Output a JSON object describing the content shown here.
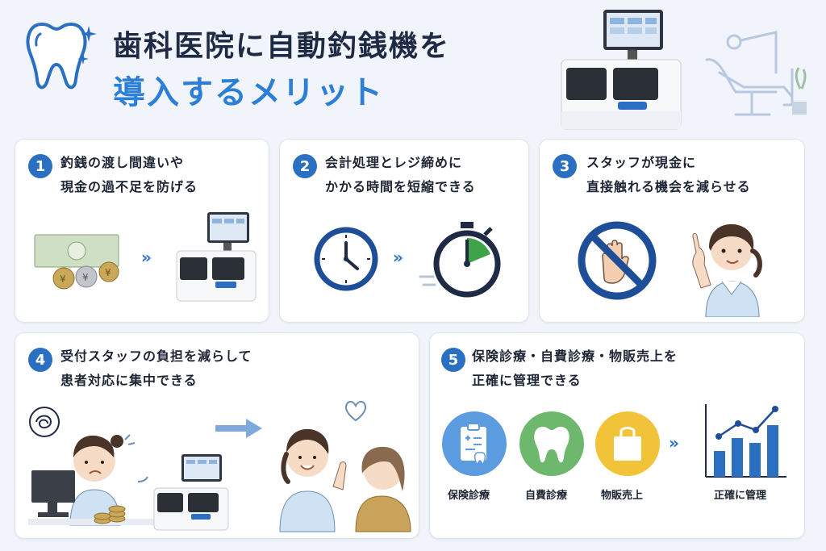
{
  "header": {
    "title_line1": "歯科医院に自動釣銭機を",
    "title_line2": "導入するメリット"
  },
  "cards": [
    {
      "number": "1",
      "line1": "釣銭の渡し間違いや",
      "line2": "現金の過不足を防げる"
    },
    {
      "number": "2",
      "line1": "会計処理とレジ締めに",
      "line2": "かかる時間を短縮できる"
    },
    {
      "number": "3",
      "line1": "スタッフが現金に",
      "line2": "直接触れる機会を減らせる"
    },
    {
      "number": "4",
      "line1": "受付スタッフの負担を減らして",
      "line2": "患者対応に集中できる"
    },
    {
      "number": "5",
      "line1": "保険診療・自費診療・物販売上を",
      "line2": "正確に管理できる"
    }
  ],
  "categories": [
    {
      "label": "保険診療",
      "icon": "clipboard-icon",
      "color": "#5b9be0"
    },
    {
      "label": "自費診療",
      "icon": "tooth-icon",
      "color": "#6db86d"
    },
    {
      "label": "物販売上",
      "icon": "shopping-bag-icon",
      "color": "#f2c338"
    }
  ],
  "managed_label": "正確に管理",
  "colors": {
    "accent": "#2b6fc2",
    "title_blue": "#2b7fd6"
  }
}
